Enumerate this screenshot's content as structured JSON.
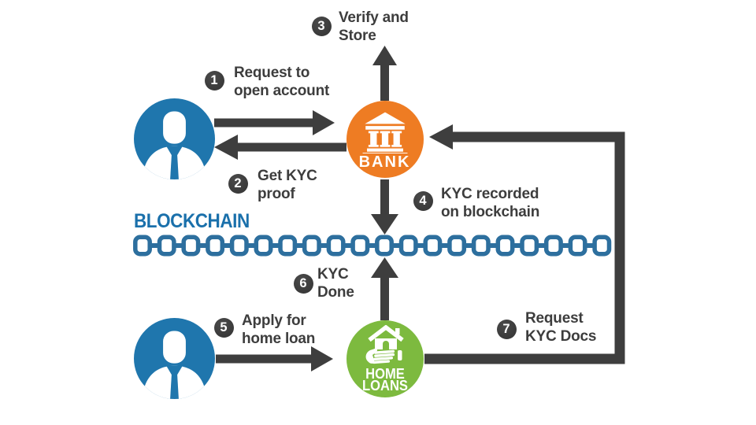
{
  "title": {
    "blockchain": "BLOCKCHAIN"
  },
  "nodes": {
    "customer_top": {
      "type": "person"
    },
    "customer_bottom": {
      "type": "person"
    },
    "bank": {
      "label": "BANK"
    },
    "home_loans": {
      "line1": "HOME",
      "line2": "LOANS"
    }
  },
  "steps": [
    {
      "num": "1",
      "line1": "Request to",
      "line2": "open account"
    },
    {
      "num": "2",
      "line1": "Get KYC",
      "line2": "proof"
    },
    {
      "num": "3",
      "line1": "Verify and",
      "line2": "Store"
    },
    {
      "num": "4",
      "line1": "KYC recorded",
      "line2": "on blockchain"
    },
    {
      "num": "5",
      "line1": "Apply for",
      "line2": "home loan"
    },
    {
      "num": "6",
      "line1": "KYC",
      "line2": "Done"
    },
    {
      "num": "7",
      "line1": "Request",
      "line2": "KYC Docs"
    }
  ],
  "colors": {
    "person_blue": "#1f76ad",
    "bank_orange": "#ee7c23",
    "loan_green": "#7dba3f",
    "chain_blue": "#2d6f9e",
    "blockchain_text": "#1a70ab",
    "arrow_dark": "#3e3e3e"
  },
  "chain": {
    "link_count": 20
  }
}
